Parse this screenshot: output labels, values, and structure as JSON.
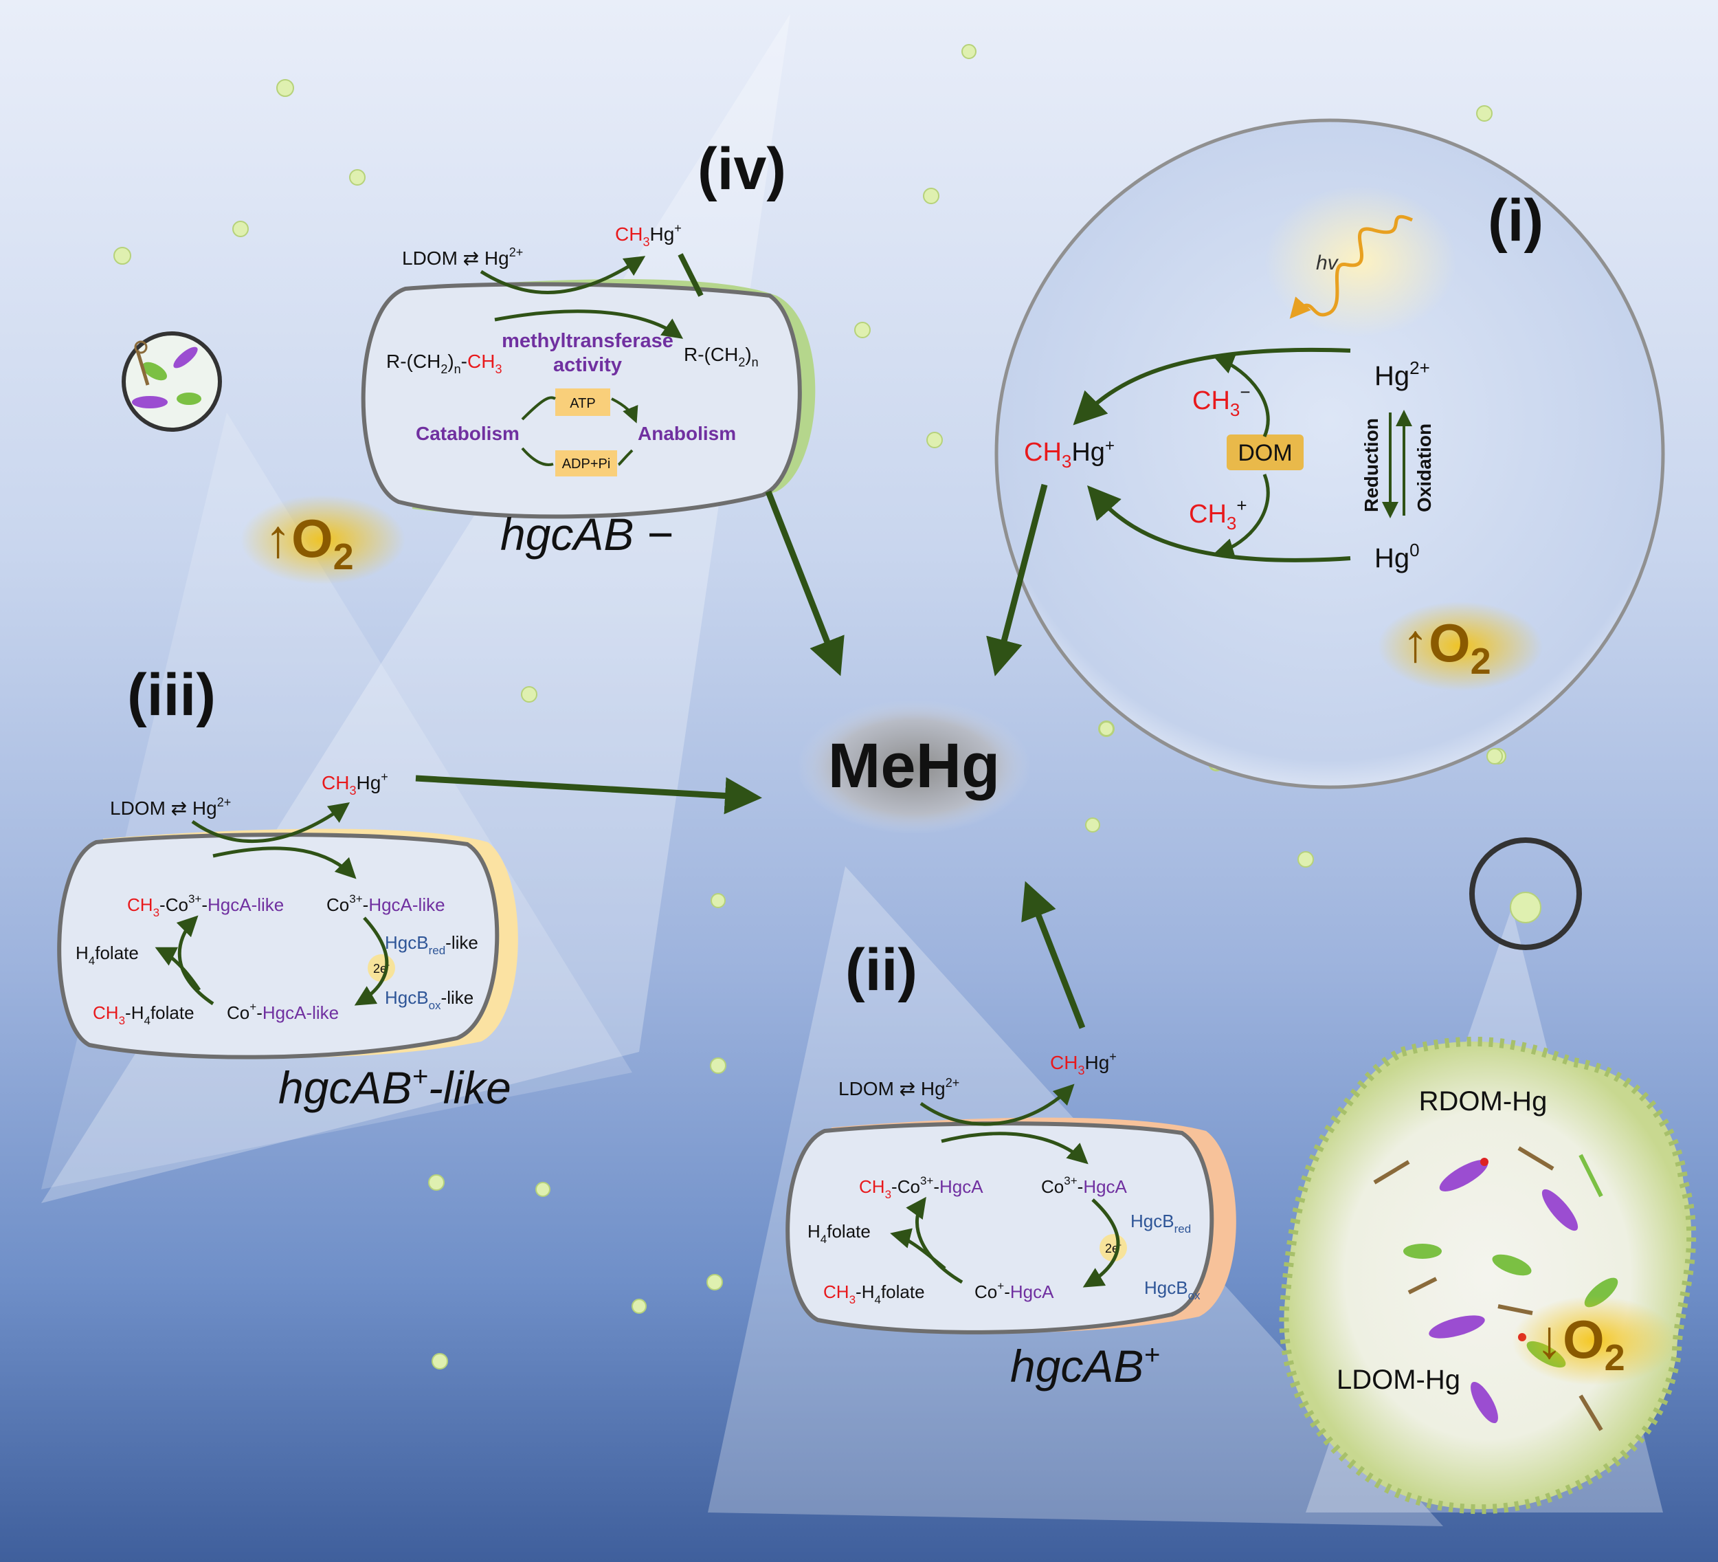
{
  "panels": {
    "i": {
      "label": "(i)",
      "hv": "hv",
      "hg2": "Hg",
      "hg2_sup": "2+",
      "hg0": "Hg",
      "hg0_sup": "0",
      "ch3_minus": "CH",
      "ch3_minus_sub": "3",
      "ch3_minus_sup": "−",
      "ch3_plus": "CH",
      "ch3_plus_sub": "3",
      "ch3_plus_sup": "+",
      "dom": "DOM",
      "reduction": "Reduction",
      "oxidation": "Oxidation",
      "product_a": "CH",
      "product_sub": "3",
      "product_b": "Hg",
      "product_sup": "+"
    },
    "ii": {
      "label": "(ii)",
      "gene": "hgcAB",
      "gene_sup": "+",
      "ldom": "LDOM ⇄ Hg",
      "ldom_sup": "2+",
      "product_a": "CH",
      "product_sub": "3",
      "product_b": "Hg",
      "product_sup": "+",
      "ch3co_a": "CH",
      "ch3co_sub": "3",
      "ch3co_b": "-Co",
      "ch3co_sup": "3+",
      "ch3co_c": "-",
      "hgca": "HgcA",
      "co3": "Co",
      "co3_sup": "3+",
      "co3_b": "-",
      "hgcb_red": "HgcB",
      "red_sub": "red",
      "hgcb_ox": "HgcB",
      "ox_sub": "ox",
      "two_e": "2e",
      "two_e_sup": "-",
      "h4folate_a": "H",
      "h4folate_sub": "4",
      "h4folate_b": "folate",
      "ch3h4_a": "CH",
      "ch3h4_sub": "3",
      "ch3h4_b": "-H",
      "ch3h4_sub2": "4",
      "ch3h4_c": "folate",
      "coplus": "Co",
      "coplus_sup": "+",
      "coplus_b": "-"
    },
    "iii": {
      "label": "(iii)",
      "gene": "hgcAB",
      "gene_sup": "+",
      "gene_tail": "-like",
      "ldom": "LDOM ⇄ Hg",
      "ldom_sup": "2+",
      "product_a": "CH",
      "product_sub": "3",
      "product_b": "Hg",
      "product_sup": "+",
      "ch3co_a": "CH",
      "ch3co_sub": "3",
      "ch3co_b": "-Co",
      "ch3co_sup": "3+",
      "ch3co_c": "-",
      "hgca": "HgcA-like",
      "co3": "Co",
      "co3_sup": "3+",
      "co3_b": "-",
      "hgcb_red": "HgcB",
      "red_sub": "red",
      "red_tail": "-like",
      "hgcb_ox": "HgcB",
      "ox_sub": "ox",
      "ox_tail": "-like",
      "two_e": "2e",
      "two_e_sup": "-",
      "h4folate_a": "H",
      "h4folate_sub": "4",
      "h4folate_b": "folate",
      "ch3h4_a": "CH",
      "ch3h4_sub": "3",
      "ch3h4_b": "-H",
      "ch3h4_sub2": "4",
      "ch3h4_c": "folate",
      "coplus": "Co",
      "coplus_sup": "+",
      "coplus_b": "-"
    },
    "iv": {
      "label": "(iv)",
      "gene": "hgcAB −",
      "ldom": "LDOM ⇄ Hg",
      "ldom_sup": "2+",
      "product_a": "CH",
      "product_sub": "3",
      "product_b": "Hg",
      "product_sup": "+",
      "substrate_a": "R-(CH",
      "substrate_sub": "2",
      "substrate_b": ")",
      "substrate_sub2": "n",
      "substrate_c": "-",
      "substrate_ch": "CH",
      "substrate_ch_sub": "3",
      "prod2_a": "R-(CH",
      "prod2_sub": "2",
      "prod2_b": ")",
      "prod2_sub2": "n",
      "enzyme1": "methyltransferase",
      "enzyme2": "activity",
      "atp": "ATP",
      "adp": "ADP+Pi",
      "catabolism": "Catabolism",
      "anabolism": "Anabolism"
    }
  },
  "center": {
    "label": "MeHg"
  },
  "oxygen": {
    "up_symbol": "↑O",
    "down_symbol": "↓O",
    "sub": "2"
  },
  "aggregate": {
    "rdom": "RDOM-Hg",
    "ldom": "LDOM-Hg"
  },
  "colors": {
    "arrow": "#2f5216",
    "red": "#e8191c",
    "purple": "#7030a0",
    "blue": "#2e5597",
    "o2_glow": "#f6c000"
  }
}
